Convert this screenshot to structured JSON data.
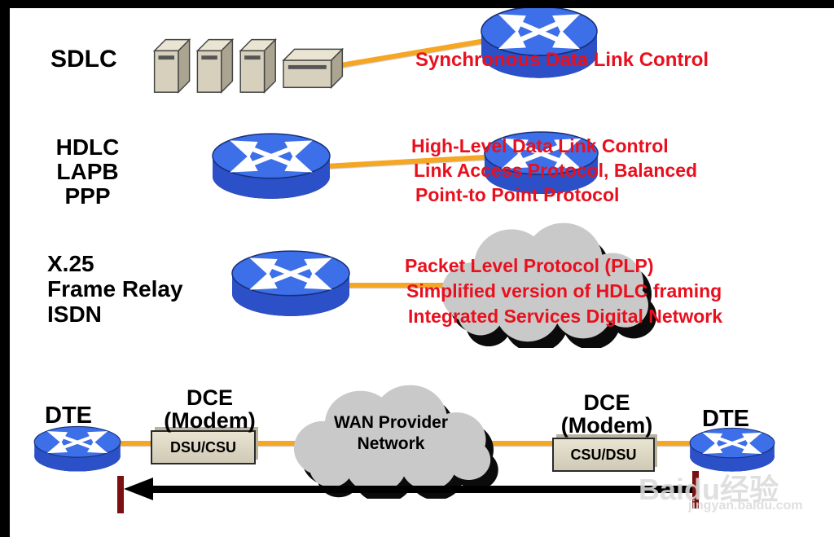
{
  "protocol_rows": [
    {
      "labels": [
        "SDLC"
      ],
      "descriptions": [
        "Synchronous Data Link Control"
      ]
    },
    {
      "labels": [
        "HDLC",
        "LAPB",
        "PPP"
      ],
      "descriptions": [
        "High-Level Data Link Control",
        "Link Access Protocol, Balanced",
        "Point-to Point Protocol"
      ]
    },
    {
      "labels": [
        "X.25",
        "Frame Relay",
        "ISDN"
      ],
      "descriptions": [
        "Packet Level Protocol (PLP)",
        "Simplified version of HDLC framing",
        "Integrated Services Digital Network"
      ]
    }
  ],
  "wan_section": {
    "dte_left": "DTE",
    "dce_left": [
      "DCE",
      "(Modem)"
    ],
    "dsu_left": "DSU/CSU",
    "cloud": [
      "WAN Provider",
      "Network"
    ],
    "dce_right": [
      "DCE",
      "(Modem)"
    ],
    "dsu_right": "CSU/DSU",
    "dte_right": "DTE"
  },
  "watermark": {
    "brand": "Baidu经验",
    "url": "jingyan.baidu.com"
  },
  "icons": {
    "router": "cisco-router-icon",
    "mainframe": "mainframe-icon",
    "cloud": "network-cloud-icon"
  },
  "colors": {
    "description_red": "#e8101e",
    "router_blue": "#3d6fe8",
    "connector_orange": "#f5a623",
    "cloud_gray": "#c9c9c9",
    "endpoint_maroon": "#7a1010"
  }
}
